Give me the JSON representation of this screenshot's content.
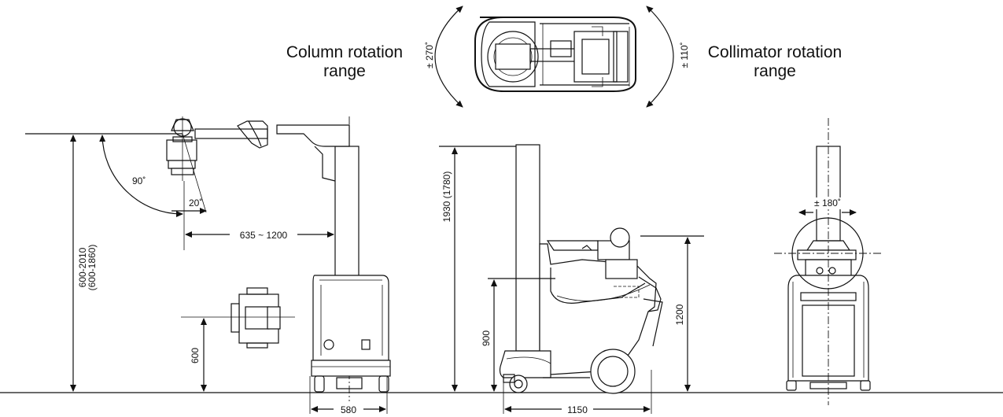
{
  "titles": {
    "column_rotation": [
      "Column rotation",
      "range"
    ],
    "collimator_rotation": [
      "Collimator rotation",
      "range"
    ]
  },
  "labels": {
    "column_angle": "± 270˚",
    "collimator_angle": "± 110˚",
    "tube_tilt_90": "90˚",
    "tube_tilt_20": "20˚",
    "arm_reach": "635 ~ 1200",
    "focal_height": [
      "600-2010",
      "(600-1860)"
    ],
    "min_height": "600",
    "width": "580",
    "column_height": "1930 (1780)",
    "handle_height": "900",
    "cart_height": "1200",
    "length": "1150",
    "head_rotation": "± 180˚"
  }
}
